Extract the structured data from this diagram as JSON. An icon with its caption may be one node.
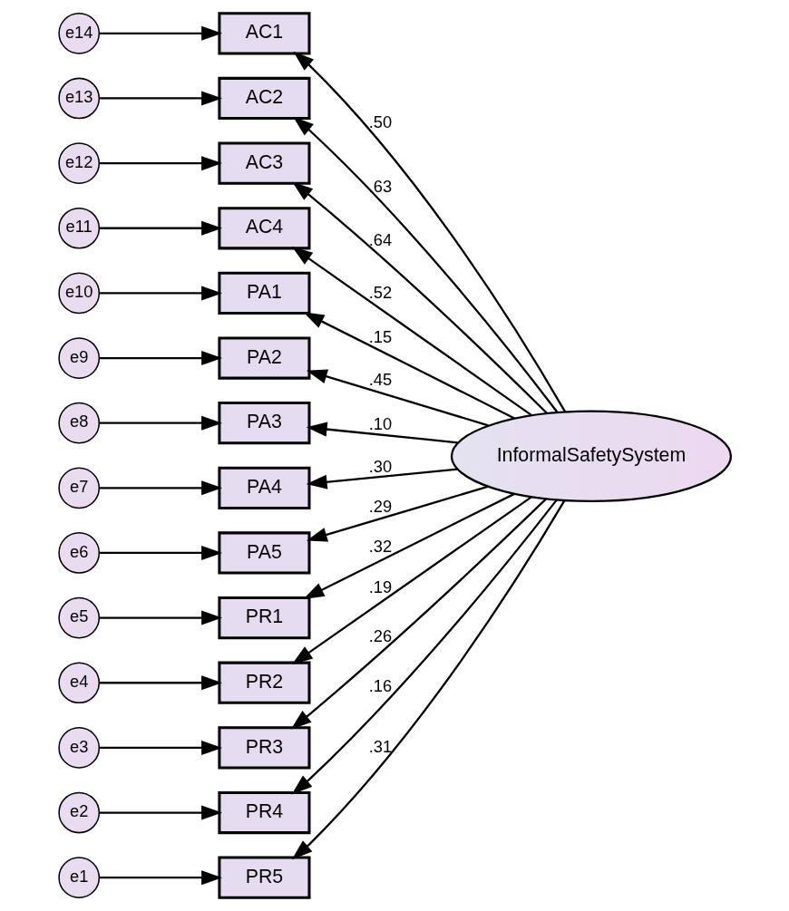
{
  "diagram": {
    "nodes": [
      {
        "text": [
          "e14"
        ]
      },
      {
        "text": [
          "AC1"
        ]
      },
      {
        "text": [
          "e13"
        ]
      },
      {
        "text": [
          "AC2"
        ]
      },
      {
        "text": [
          "e12"
        ]
      },
      {
        "text": [
          "AC3"
        ]
      },
      {
        "text": [
          "e11"
        ]
      },
      {
        "text": [
          "AC4"
        ]
      },
      {
        "text": [
          "e10"
        ]
      },
      {
        "text": [
          "PA1"
        ]
      },
      {
        "text": [
          "e9"
        ]
      },
      {
        "text": [
          "PA2"
        ]
      },
      {
        "text": [
          "e8"
        ]
      },
      {
        "text": [
          "PA3"
        ]
      },
      {
        "text": [
          "e7"
        ]
      },
      {
        "text": [
          "PA4"
        ]
      },
      {
        "text": [
          "e6"
        ]
      },
      {
        "text": [
          "PA5"
        ]
      },
      {
        "text": [
          "e5"
        ]
      },
      {
        "text": [
          "PR1"
        ]
      },
      {
        "text": [
          "e4"
        ]
      },
      {
        "text": [
          "PR2"
        ]
      },
      {
        "text": [
          "e3"
        ]
      },
      {
        "text": [
          "PR3"
        ]
      },
      {
        "text": [
          "e2"
        ]
      },
      {
        "text": [
          "PR4"
        ]
      },
      {
        "text": [
          "e1"
        ]
      },
      {
        "text": [
          "PR5"
        ]
      },
      {
        "text": [
          "InformalSafetySystem"
        ]
      }
    ],
    "edges": [
      {
        "from": 0,
        "to": 1,
        "arrow": "to"
      },
      {
        "from": 2,
        "to": 3,
        "arrow": "to"
      },
      {
        "from": 4,
        "to": 5,
        "arrow": "to"
      },
      {
        "from": 6,
        "to": 7,
        "arrow": "to"
      },
      {
        "from": 8,
        "to": 9,
        "arrow": "to"
      },
      {
        "from": 10,
        "to": 11,
        "arrow": "to"
      },
      {
        "from": 12,
        "to": 13,
        "arrow": "to"
      },
      {
        "from": 14,
        "to": 15,
        "arrow": "to"
      },
      {
        "from": 16,
        "to": 17,
        "arrow": "to"
      },
      {
        "from": 18,
        "to": 19,
        "arrow": "to"
      },
      {
        "from": 20,
        "to": 21,
        "arrow": "to"
      },
      {
        "from": 22,
        "to": 23,
        "arrow": "to"
      },
      {
        "from": 24,
        "to": 25,
        "arrow": "to"
      },
      {
        "from": 26,
        "to": 27,
        "arrow": "to"
      },
      {
        "from": 28,
        "to": 1,
        "arrow": "to",
        "label": ".50"
      },
      {
        "from": 28,
        "to": 3,
        "arrow": "to",
        "label": ".63"
      },
      {
        "from": 28,
        "to": 5,
        "arrow": "to",
        "label": ".64"
      },
      {
        "from": 28,
        "to": 7,
        "arrow": "to",
        "label": ".52"
      },
      {
        "from": 28,
        "to": 9,
        "arrow": "to",
        "label": ".15"
      },
      {
        "from": 28,
        "to": 11,
        "arrow": "to",
        "label": ".45"
      },
      {
        "from": 28,
        "to": 13,
        "arrow": "to",
        "label": ".10"
      },
      {
        "from": 28,
        "to": 15,
        "arrow": "to",
        "label": ".30"
      },
      {
        "from": 28,
        "to": 17,
        "arrow": "to",
        "label": ".29"
      },
      {
        "from": 28,
        "to": 19,
        "arrow": "to",
        "label": ".32"
      },
      {
        "from": 28,
        "to": 21,
        "arrow": "to",
        "label": ".19"
      },
      {
        "from": 28,
        "to": 23,
        "arrow": "to",
        "label": ".26"
      },
      {
        "from": 28,
        "to": 25,
        "arrow": "to",
        "label": ".16"
      },
      {
        "from": 28,
        "to": 27,
        "arrow": "to",
        "label": ".31"
      }
    ]
  }
}
